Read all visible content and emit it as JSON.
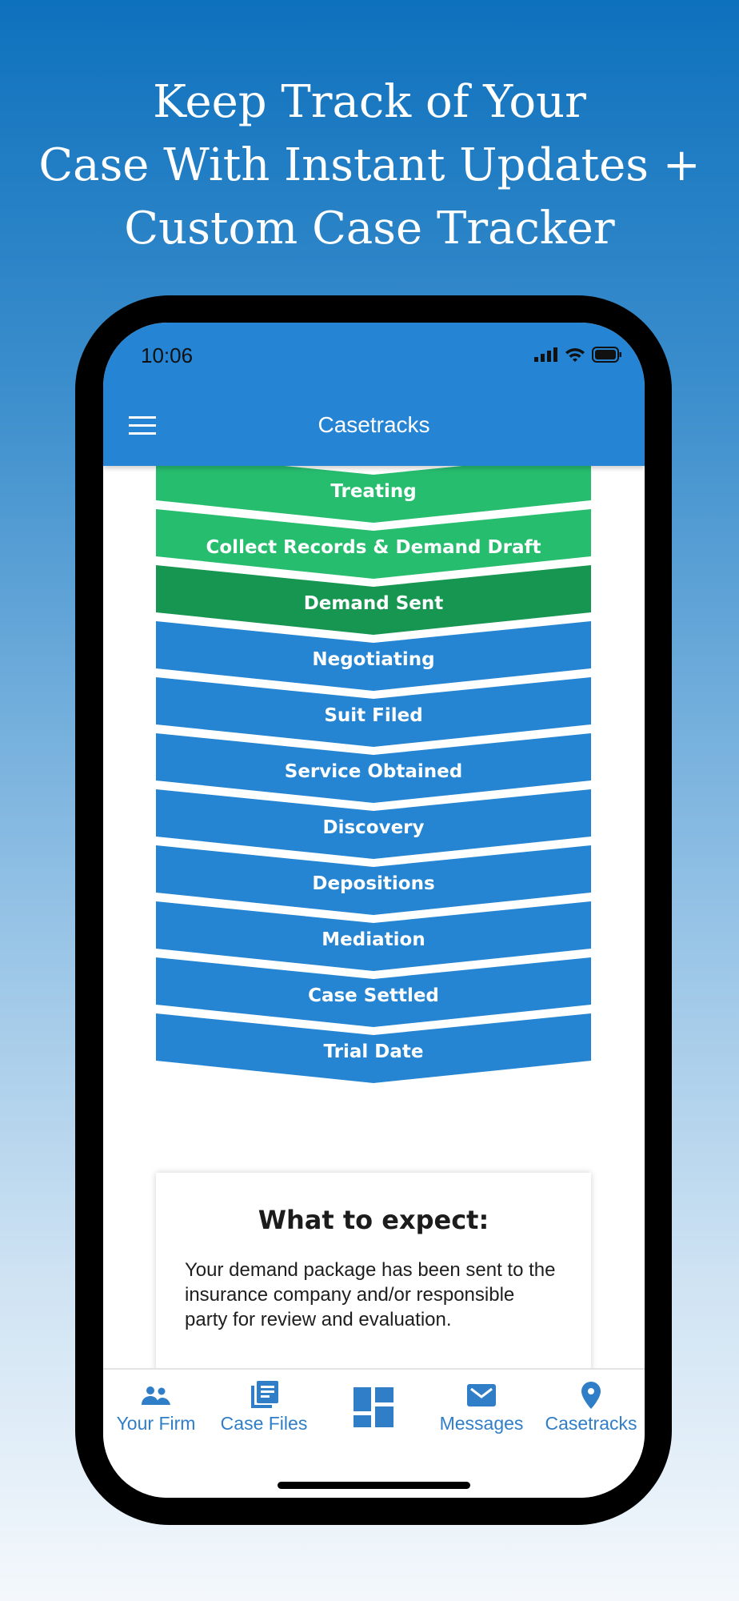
{
  "headline": [
    "Keep Track of Your",
    "Case With Instant Updates +",
    "Custom Case Tracker"
  ],
  "status": {
    "time": "10:06"
  },
  "header": {
    "title": "Casetracks"
  },
  "colors": {
    "completed": "#27bd6f",
    "current": "#179652",
    "pending": "#2585d2",
    "header": "#2584d3"
  },
  "stages": [
    {
      "label": "Treating",
      "state": "completed"
    },
    {
      "label": "Collect Records & Demand Draft",
      "state": "completed"
    },
    {
      "label": "Demand Sent",
      "state": "current"
    },
    {
      "label": "Negotiating",
      "state": "pending"
    },
    {
      "label": "Suit Filed",
      "state": "pending"
    },
    {
      "label": "Service Obtained",
      "state": "pending"
    },
    {
      "label": "Discovery",
      "state": "pending"
    },
    {
      "label": "Depositions",
      "state": "pending"
    },
    {
      "label": "Mediation",
      "state": "pending"
    },
    {
      "label": "Case Settled",
      "state": "pending"
    },
    {
      "label": "Trial Date",
      "state": "pending"
    }
  ],
  "card": {
    "title": "What to expect:",
    "body": "Your demand package has been sent to the insurance company and/or responsible party for review and evaluation."
  },
  "tabs": [
    {
      "label": "Your Firm",
      "icon": "people-icon"
    },
    {
      "label": "Case Files",
      "icon": "documents-icon"
    },
    {
      "label": "",
      "icon": "dashboard-icon"
    },
    {
      "label": "Messages",
      "icon": "mail-icon"
    },
    {
      "label": "Casetracks",
      "icon": "location-pin-icon"
    }
  ]
}
